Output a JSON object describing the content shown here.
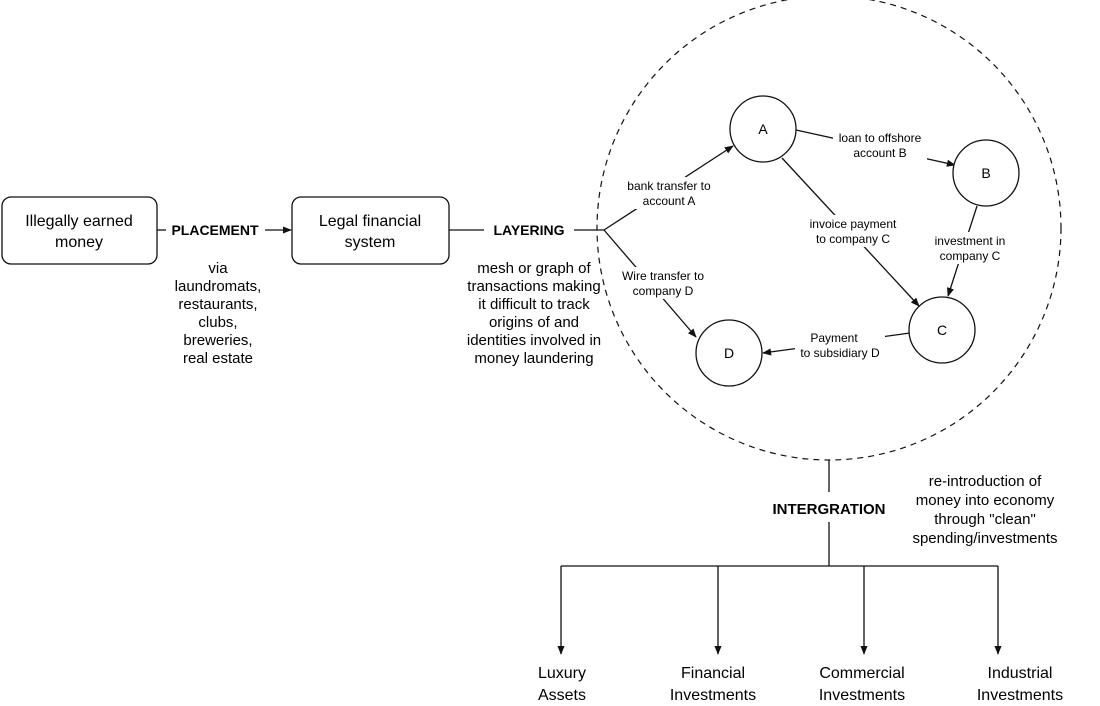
{
  "source_box": {
    "line1": "Illegally earned",
    "line2": "money"
  },
  "legal_box": {
    "line1": "Legal financial",
    "line2": "system"
  },
  "placement": {
    "label": "PLACEMENT",
    "desc": [
      "via",
      "laundromats,",
      "restaurants,",
      "clubs,",
      "breweries,",
      "real estate"
    ]
  },
  "layering": {
    "label": "LAYERING",
    "desc": [
      "mesh or graph of",
      "transactions making",
      "it difficult to track",
      "origins of and",
      "identities involved in",
      "money laundering"
    ]
  },
  "graph": {
    "nodes": [
      "A",
      "B",
      "C",
      "D"
    ],
    "edges": {
      "to_a": [
        "bank transfer to",
        "account A"
      ],
      "to_d": [
        "Wire transfer to",
        "company D"
      ],
      "a_b": [
        "loan to offshore",
        "account B"
      ],
      "a_c": [
        "invoice payment",
        "to company C"
      ],
      "b_c": [
        "investment in",
        "company C"
      ],
      "c_d": [
        "Payment",
        "to subsidiary D"
      ]
    }
  },
  "integration": {
    "label": "INTERGRATION",
    "desc": [
      "re-introduction of",
      "money into economy",
      "through \"clean\"",
      "spending/investments"
    ]
  },
  "outcomes": [
    {
      "line1": "Luxury",
      "line2": "Assets"
    },
    {
      "line1": "Financial",
      "line2": "Investments"
    },
    {
      "line1": "Commercial",
      "line2": "Investments"
    },
    {
      "line1": "Industrial",
      "line2": "Investments"
    }
  ]
}
